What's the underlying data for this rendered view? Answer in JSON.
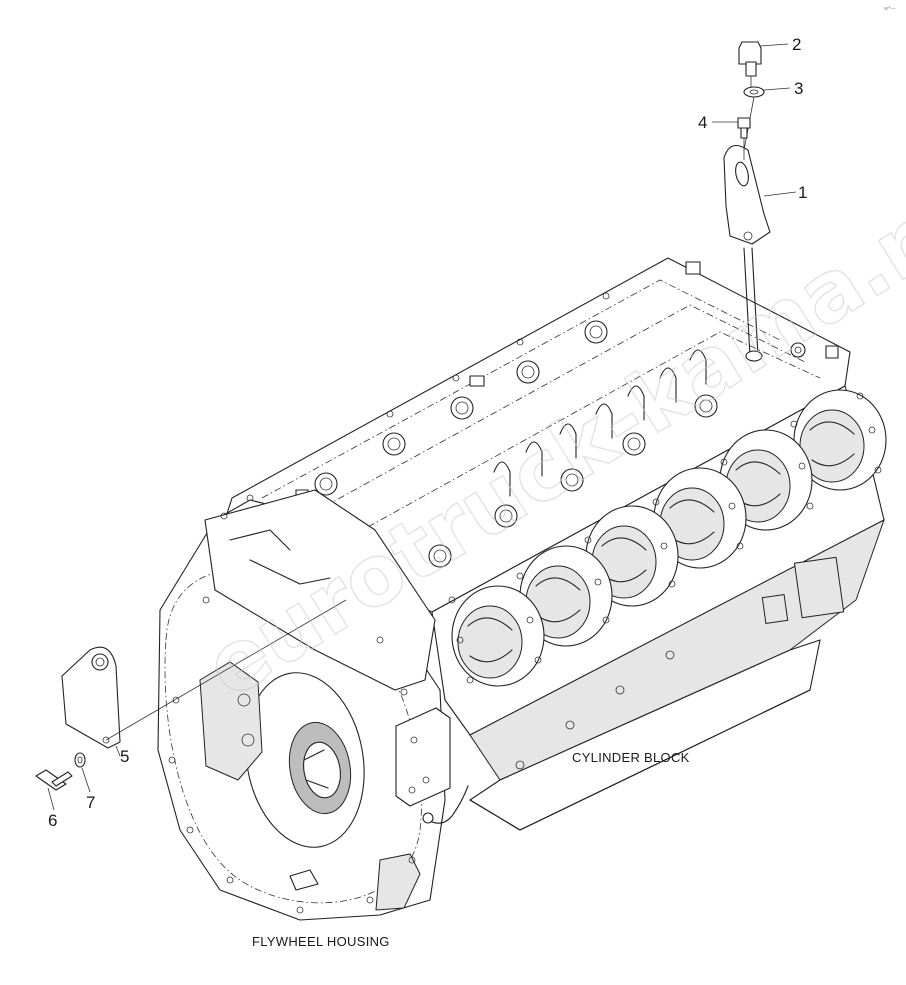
{
  "corner_mark": "w*—",
  "watermark": "eurotruck-kama.ru",
  "labels": {
    "cylinder_block": "CYLINDER BLOCK",
    "flywheel_housing": "FLYWHEEL HOUSING"
  },
  "callouts": [
    "1",
    "2",
    "3",
    "4",
    "5",
    "6",
    "7"
  ]
}
